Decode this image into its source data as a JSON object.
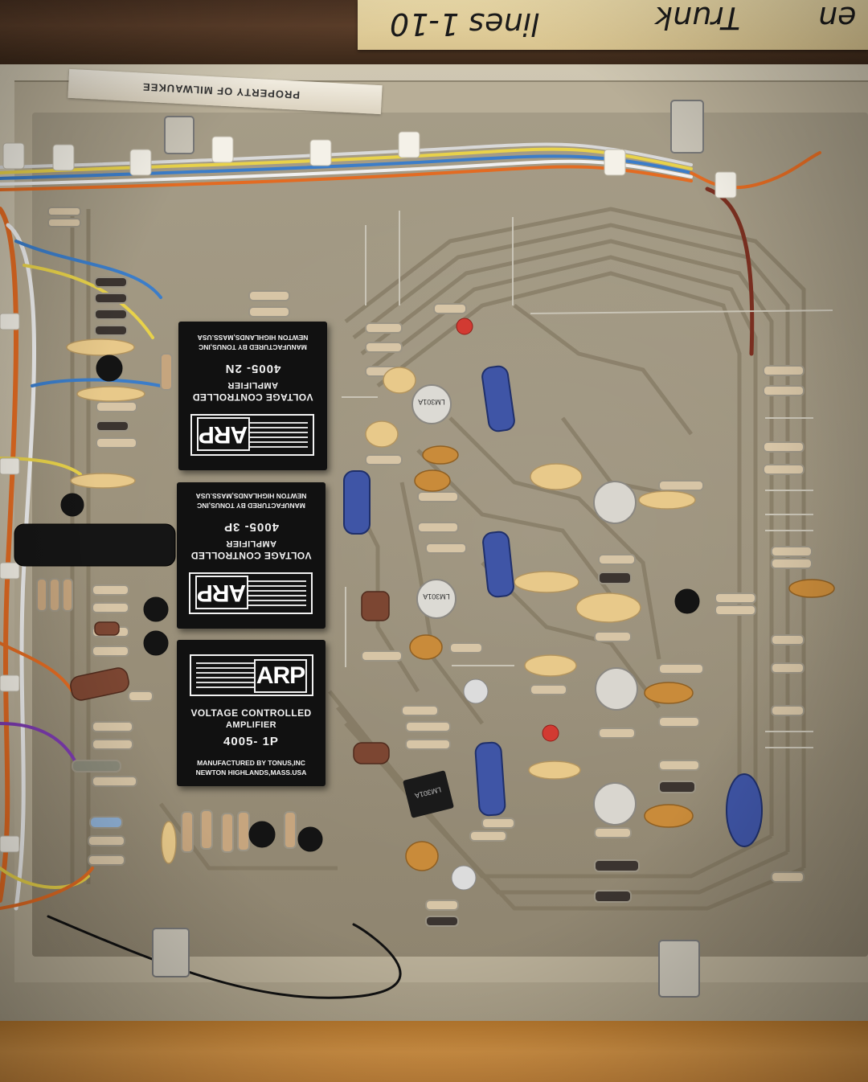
{
  "photo": {
    "tape_note": [
      "lines 1-10",
      "Trunk",
      "en"
    ],
    "property_label": "PROPERTY OF MILWAUKEE"
  },
  "modules": [
    {
      "brand": "ARP",
      "title_line1": "VOLTAGE CONTROLLED",
      "title_line2": "AMPLIFIER",
      "model": "4005- 2N",
      "manufacturer": "MANUFACTURED BY TONUS,INC",
      "location": "NEWTON HIGHLANDS,MASS.USA"
    },
    {
      "brand": "ARP",
      "title_line1": "VOLTAGE CONTROLLED",
      "title_line2": "AMPLIFIER",
      "model": "4005- 3P",
      "manufacturer": "MANUFACTURED BY TONUS,INC",
      "location": "NEWTON HIGHLANDS,MASS.USA"
    },
    {
      "brand": "ARP",
      "title_line1": "VOLTAGE CONTROLLED",
      "title_line2": "AMPLIFIER",
      "model": "4005- 1P",
      "manufacturer": "MANUFACTURED BY TONUS,INC",
      "location": "NEWTON HIGHLANDS,MASS.USA"
    }
  ],
  "ic_markings": [
    "LM301A",
    "LM301A",
    "LM301A"
  ],
  "colors": {
    "module_body": "#111111",
    "module_print": "#f2f2f2",
    "board": "#9c927c",
    "trace": "#7a6f58",
    "trimpot": "#3f55a6",
    "ceramic_cap": "#e8c98a",
    "tantalum_cap": "#c98b3a"
  }
}
